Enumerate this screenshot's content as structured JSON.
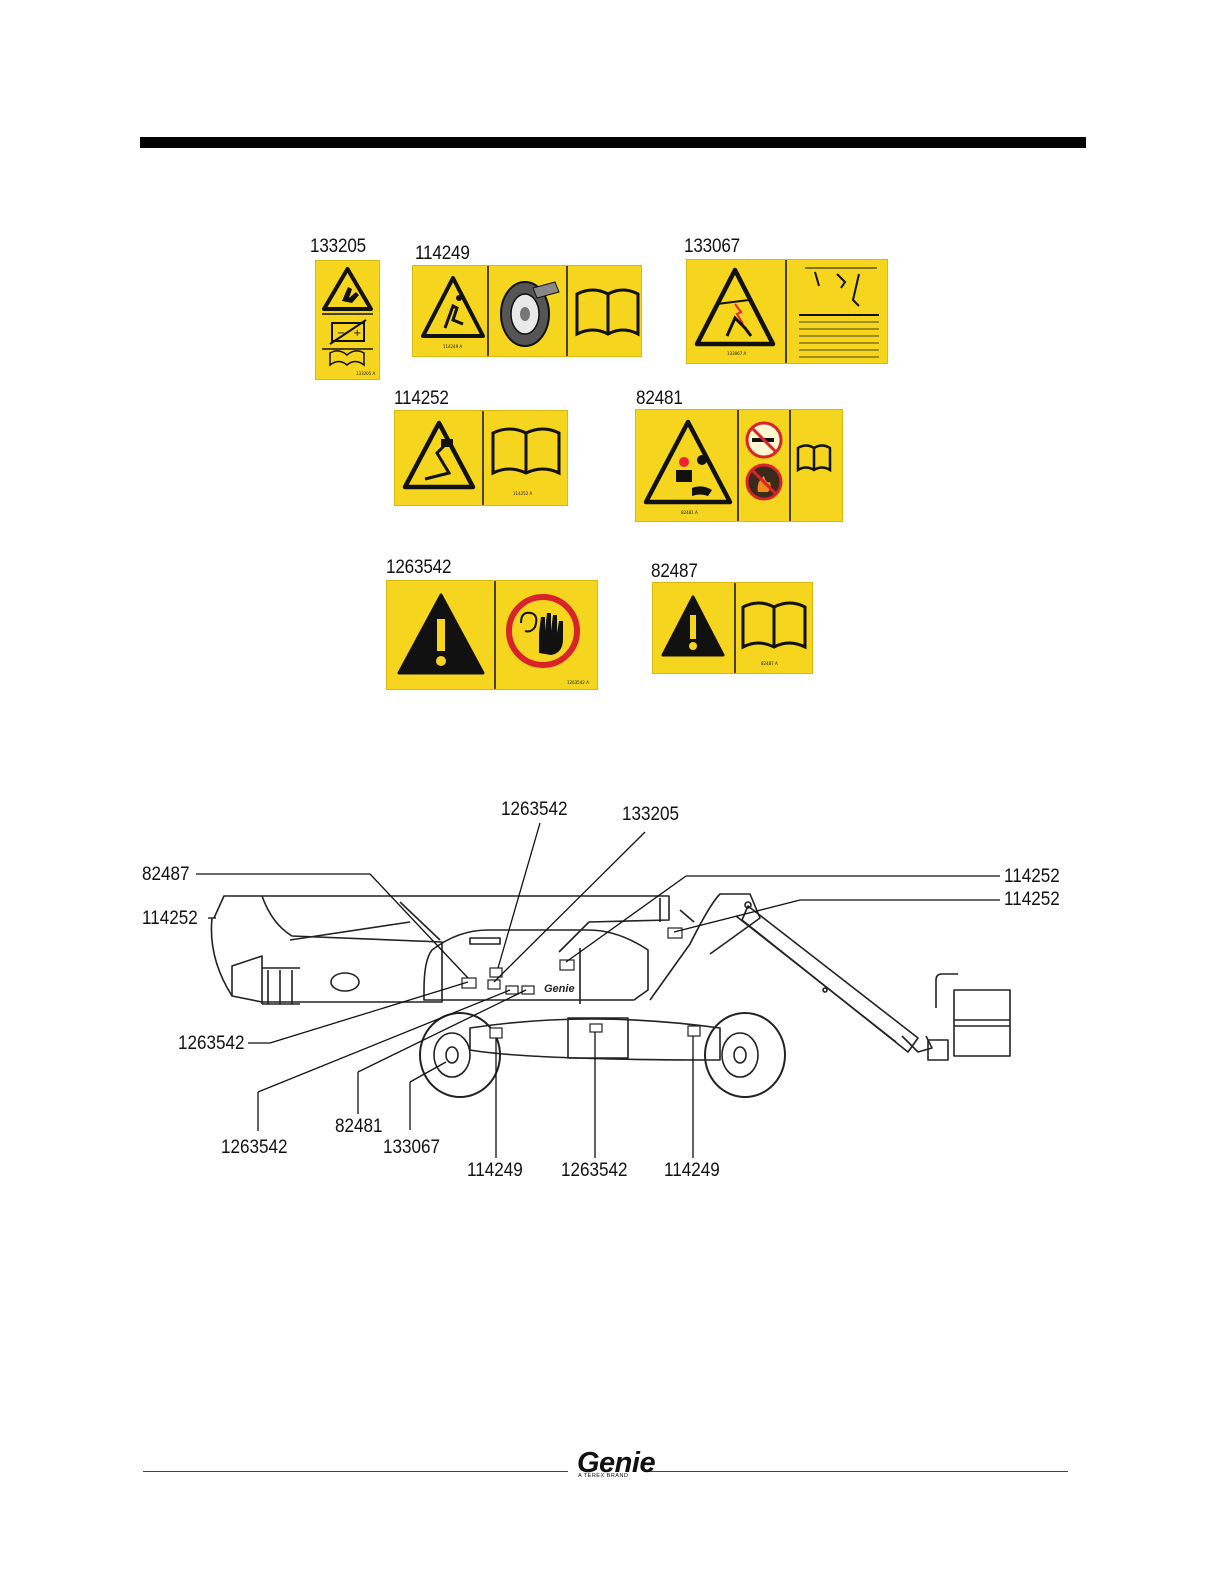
{
  "decals": [
    {
      "id": "133205"
    },
    {
      "id": "114249"
    },
    {
      "id": "133067"
    },
    {
      "id": "114252"
    },
    {
      "id": "82481"
    },
    {
      "id": "1263542"
    },
    {
      "id": "82487"
    }
  ],
  "callouts": {
    "c_1263542_top": "1263542",
    "c_133205_top": "133205",
    "c_82487_left": "82487",
    "c_114252_right_1": "114252",
    "c_114252_right_2": "114252",
    "c_114252_left": "114252",
    "c_1263542_left": "1263542",
    "c_1263542_bottom_left": "1263542",
    "c_82481_bottom": "82481",
    "c_133067_bottom": "133067",
    "c_114249_bottom_1": "114249",
    "c_1263542_bottom_mid": "1263542",
    "c_114249_bottom_2": "114249"
  },
  "footer": {
    "brand": "Genie",
    "brand_sub": "A TEREX BRAND"
  },
  "colors": {
    "decal_yellow": "#f6d51f",
    "ink": "#111111",
    "prohibition_red": "#d8232a"
  }
}
